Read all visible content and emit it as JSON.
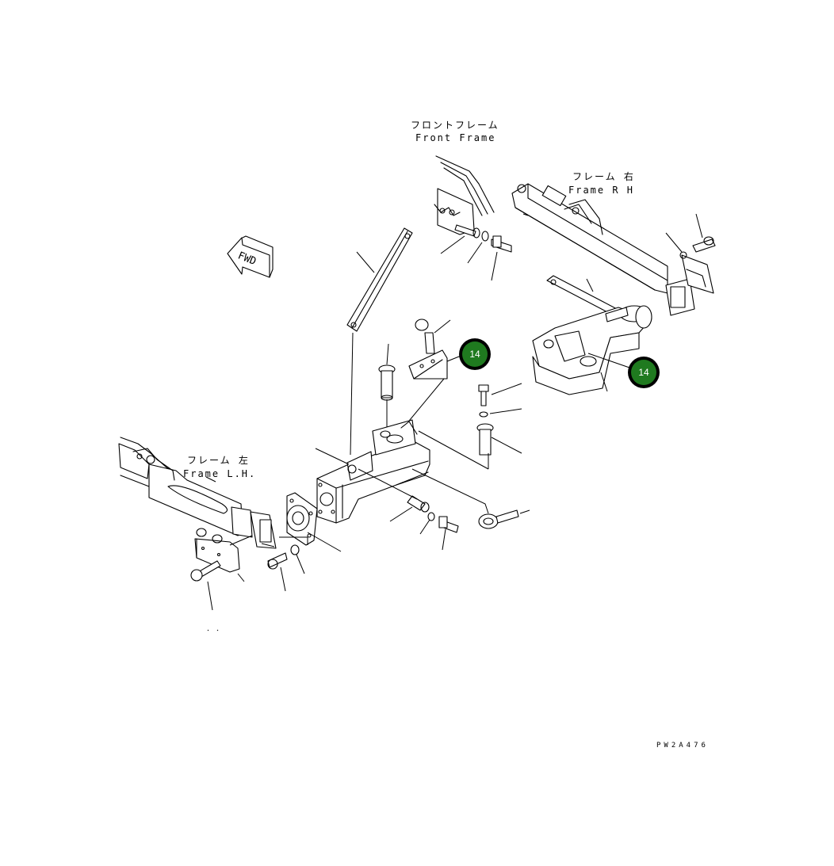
{
  "labels": {
    "front_frame_jp": "フロントフレーム",
    "front_frame_en": "Front Frame",
    "frame_rh_jp": "フレーム 右",
    "frame_rh_en": "Frame R H",
    "frame_lh_jp": "フレーム 左",
    "frame_lh_en": "Frame L.H.",
    "fwd": "FWD",
    "drawing_code": "PW2A476"
  },
  "callouts": [
    {
      "number": "14"
    },
    {
      "number": "14"
    }
  ],
  "colors": {
    "callout_fill": "#1f7a1f",
    "callout_ring": "#000000",
    "line": "#000000",
    "background": "#ffffff"
  }
}
